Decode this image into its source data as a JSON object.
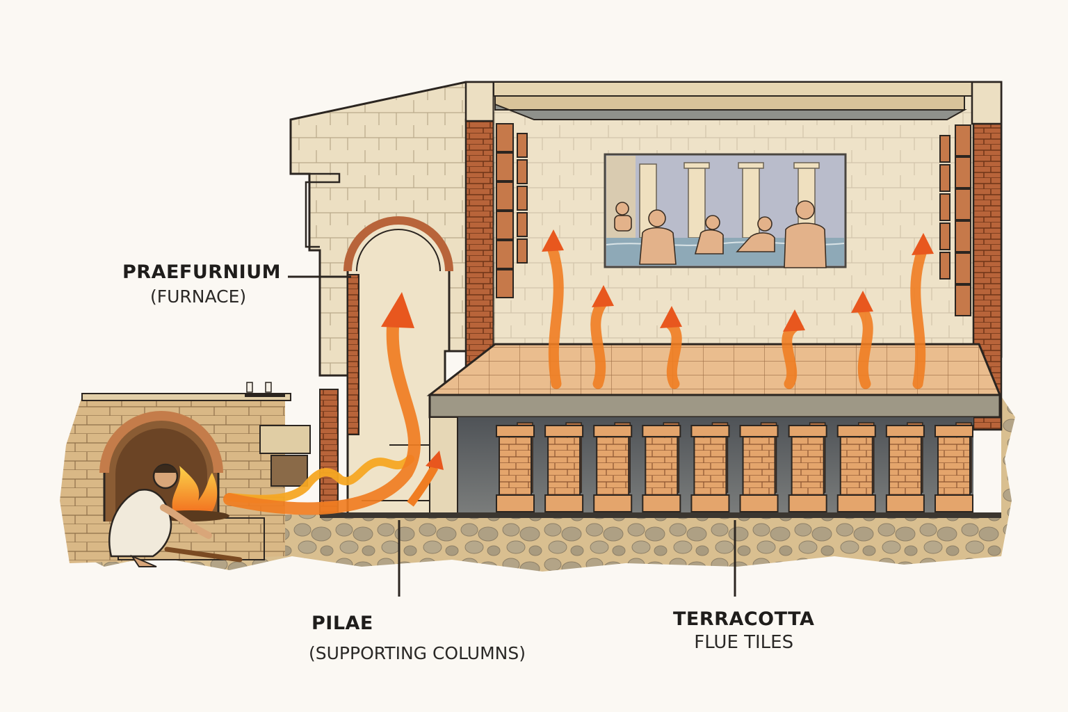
{
  "diagram": {
    "subject": "Roman hypocaust heating system cross-section",
    "labels": {
      "praefurnium": {
        "title": "PRAEFURNIUM",
        "subtitle": "(FURNACE)"
      },
      "pilae": {
        "title": "PILAE",
        "subtitle": "(SUPPORTING COLUMNS)"
      },
      "terracotta": {
        "title": "TERRACOTTA",
        "subtitle": "FLUE TILES"
      }
    },
    "elements": {
      "furnace": "stone arched furnace with fire tended by a stoker",
      "hot_air_flow": "orange arrows showing hot air from furnace under floor and up through walls",
      "pilae_count": 10,
      "fresco": "wall painting of bathers in a pool with columns",
      "rising_heat_arrows": 6
    },
    "colors": {
      "background": "#fbf8f3",
      "stone": "#e8d9b8",
      "stone_light": "#f2e8d2",
      "brick": "#b8643a",
      "brick_dark": "#8a4526",
      "pila_brick": "#e0a066",
      "floor_tile": "#e8b98a",
      "concrete": "#9e9886",
      "cavity": "#5c6166",
      "rubble": "#d7bd8e",
      "rubble_stone": "#a89a80",
      "arrow": "#f07d22",
      "arrow_head": "#e8571e",
      "flame": "#f7b21e",
      "fresco_sky": "#b9bccb",
      "fresco_water": "#8ea9b7",
      "outline": "#2b2520"
    }
  }
}
